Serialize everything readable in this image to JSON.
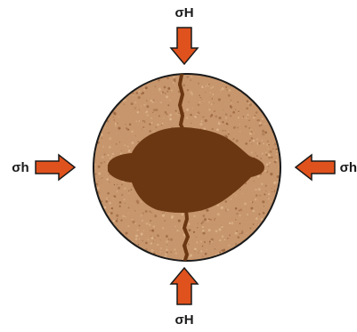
{
  "labels": {
    "top": "σH",
    "bottom": "σH",
    "left": "σh",
    "right": "σh"
  },
  "colors": {
    "background": "#ffffff",
    "rock": "#c8946a",
    "rock_grain_dark": "#8f5a34",
    "rock_grain_light": "#e3bd93",
    "outline": "#1a1a1a",
    "breakout": "#6b3712",
    "arrow_fill": "#e0521d",
    "arrow_stroke": "#1a1a1a"
  }
}
